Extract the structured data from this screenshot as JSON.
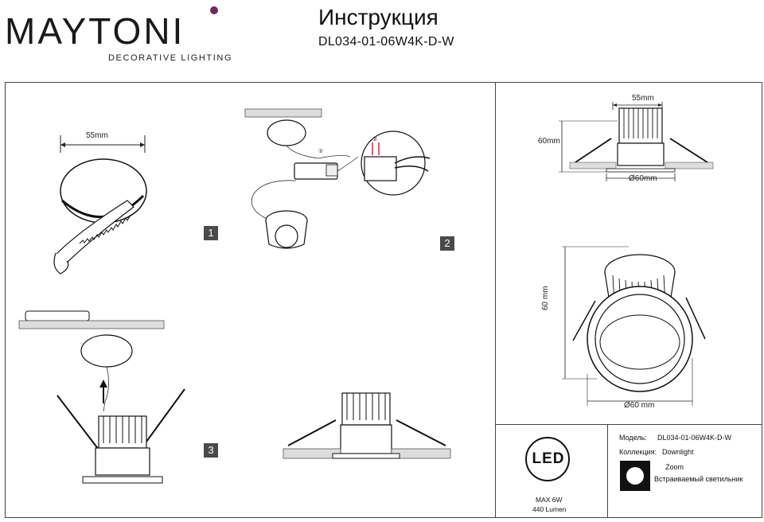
{
  "header": {
    "brand": "MAYTONI",
    "brand_tagline": "DECORATIVE LIGHTING",
    "title": "Инструкция",
    "model_code": "DL034-01-06W4K-D-W",
    "brand_dot_color": "#6a2a5f"
  },
  "steps": [
    "1",
    "2",
    "3"
  ],
  "installation": {
    "cutout_label": "55mm",
    "wiring_marks": [
      "①",
      "②"
    ]
  },
  "dimensions": {
    "top_width": "55mm",
    "side_height": "60mm",
    "bottom_diameter": "Ø60mm",
    "perspective_height": "60 mm",
    "perspective_diameter": "Ø60 mm"
  },
  "led_badge": {
    "label": "LED",
    "max": "MAX 6W",
    "lumen": "440 Lumen"
  },
  "spec": {
    "model_label": "Модель:",
    "model_value": "DL034-01-06W4K-D-W",
    "collection_label": "Коллекция:",
    "collection_value": "Downlight",
    "collection_name": "Zoom",
    "type_value": "Встраиваемый светильник"
  },
  "icons": [
    "hand-saw-icon",
    "led-driver-icon",
    "arrow-up-icon",
    "round-lamp-icon"
  ]
}
